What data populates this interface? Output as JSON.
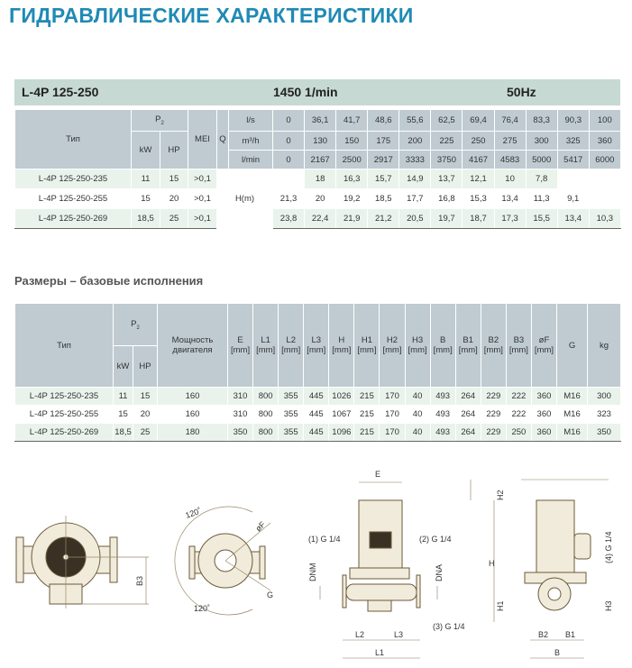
{
  "title": "ГИДРАВЛИЧЕСКИЕ ХАРАКТЕРИСТИКИ",
  "band": {
    "model": "L-4P 125-250",
    "speed": "1450 1/min",
    "freq": "50Hz"
  },
  "perf": {
    "h_type": "Тип",
    "h_p2": "P",
    "h_p2_sub": "2",
    "h_kw": "kW",
    "h_hp": "HP",
    "h_mei": "MEI",
    "h_q": "Q",
    "h_head": "H(m)",
    "units": [
      "l/s",
      "m³/h",
      "l/min"
    ],
    "ls": [
      "0",
      "36,1",
      "41,7",
      "48,6",
      "55,6",
      "62,5",
      "69,4",
      "76,4",
      "83,3",
      "90,3",
      "100"
    ],
    "m3h": [
      "0",
      "130",
      "150",
      "175",
      "200",
      "225",
      "250",
      "275",
      "300",
      "325",
      "360"
    ],
    "lmin": [
      "0",
      "2167",
      "2500",
      "2917",
      "3333",
      "3750",
      "4167",
      "4583",
      "5000",
      "5417",
      "6000"
    ],
    "rows": [
      {
        "type": "L-4P 125-250-235",
        "kw": "11",
        "hp": "15",
        "mei": ">0,1",
        "h": [
          "",
          "18",
          "16,3",
          "15,7",
          "14,9",
          "13,7",
          "12,1",
          "10",
          "7,8",
          "",
          ""
        ]
      },
      {
        "type": "L-4P 125-250-255",
        "kw": "15",
        "hp": "20",
        "mei": ">0,1",
        "h": [
          "21,3",
          "20",
          "19,2",
          "18,5",
          "17,7",
          "16,8",
          "15,3",
          "13,4",
          "11,3",
          "9,1",
          ""
        ]
      },
      {
        "type": "L-4P 125-250-269",
        "kw": "18,5",
        "hp": "25",
        "mei": ">0,1",
        "h": [
          "23,8",
          "22,4",
          "21,9",
          "21,2",
          "20,5",
          "19,7",
          "18,7",
          "17,3",
          "15,5",
          "13,4",
          "10,3"
        ]
      }
    ]
  },
  "dims": {
    "subtitle": "Размеры – базовые исполнения",
    "h_type": "Тип",
    "h_p2": "P",
    "h_p2_sub": "2",
    "h_kw": "kW",
    "h_hp": "HP",
    "h_motor1": "Мощность",
    "h_motor2": "двигателя",
    "cols": [
      "E",
      "L1",
      "L2",
      "L3",
      "H",
      "H1",
      "H2",
      "H3",
      "B",
      "B1",
      "B2",
      "B3",
      "øF"
    ],
    "unit": "[mm]",
    "h_g": "G",
    "h_kg": "kg",
    "rows": [
      {
        "type": "L-4P 125-250-235",
        "kw": "11",
        "hp": "15",
        "motor": "160",
        "v": [
          "310",
          "800",
          "355",
          "445",
          "1026",
          "215",
          "170",
          "40",
          "493",
          "264",
          "229",
          "222",
          "360"
        ],
        "g": "M16",
        "kg": "300"
      },
      {
        "type": "L-4P 125-250-255",
        "kw": "15",
        "hp": "20",
        "motor": "160",
        "v": [
          "310",
          "800",
          "355",
          "445",
          "1067",
          "215",
          "170",
          "40",
          "493",
          "264",
          "229",
          "222",
          "360"
        ],
        "g": "M16",
        "kg": "323"
      },
      {
        "type": "L-4P 125-250-269",
        "kw": "18,5",
        "hp": "25",
        "motor": "180",
        "v": [
          "350",
          "800",
          "355",
          "445",
          "1096",
          "215",
          "170",
          "40",
          "493",
          "264",
          "229",
          "250",
          "360"
        ],
        "g": "M16",
        "kg": "350"
      }
    ]
  },
  "drawing": {
    "b3": "B3",
    "a1": "120˚",
    "a2": "120˚",
    "of": "øF",
    "g": "G",
    "e": "E",
    "g1": "(1) G 1/4",
    "g2": "(2) G 1/4",
    "g3": "(3) G 1/4",
    "g4": "(4) G 1/4",
    "dnm": "DNM",
    "dna": "DNA",
    "l1": "L1",
    "l2": "L2",
    "l3": "L3",
    "h": "H",
    "h1": "H1",
    "h2": "H2",
    "h3": "H3",
    "b": "B",
    "b1": "B1",
    "b2": "B2"
  }
}
